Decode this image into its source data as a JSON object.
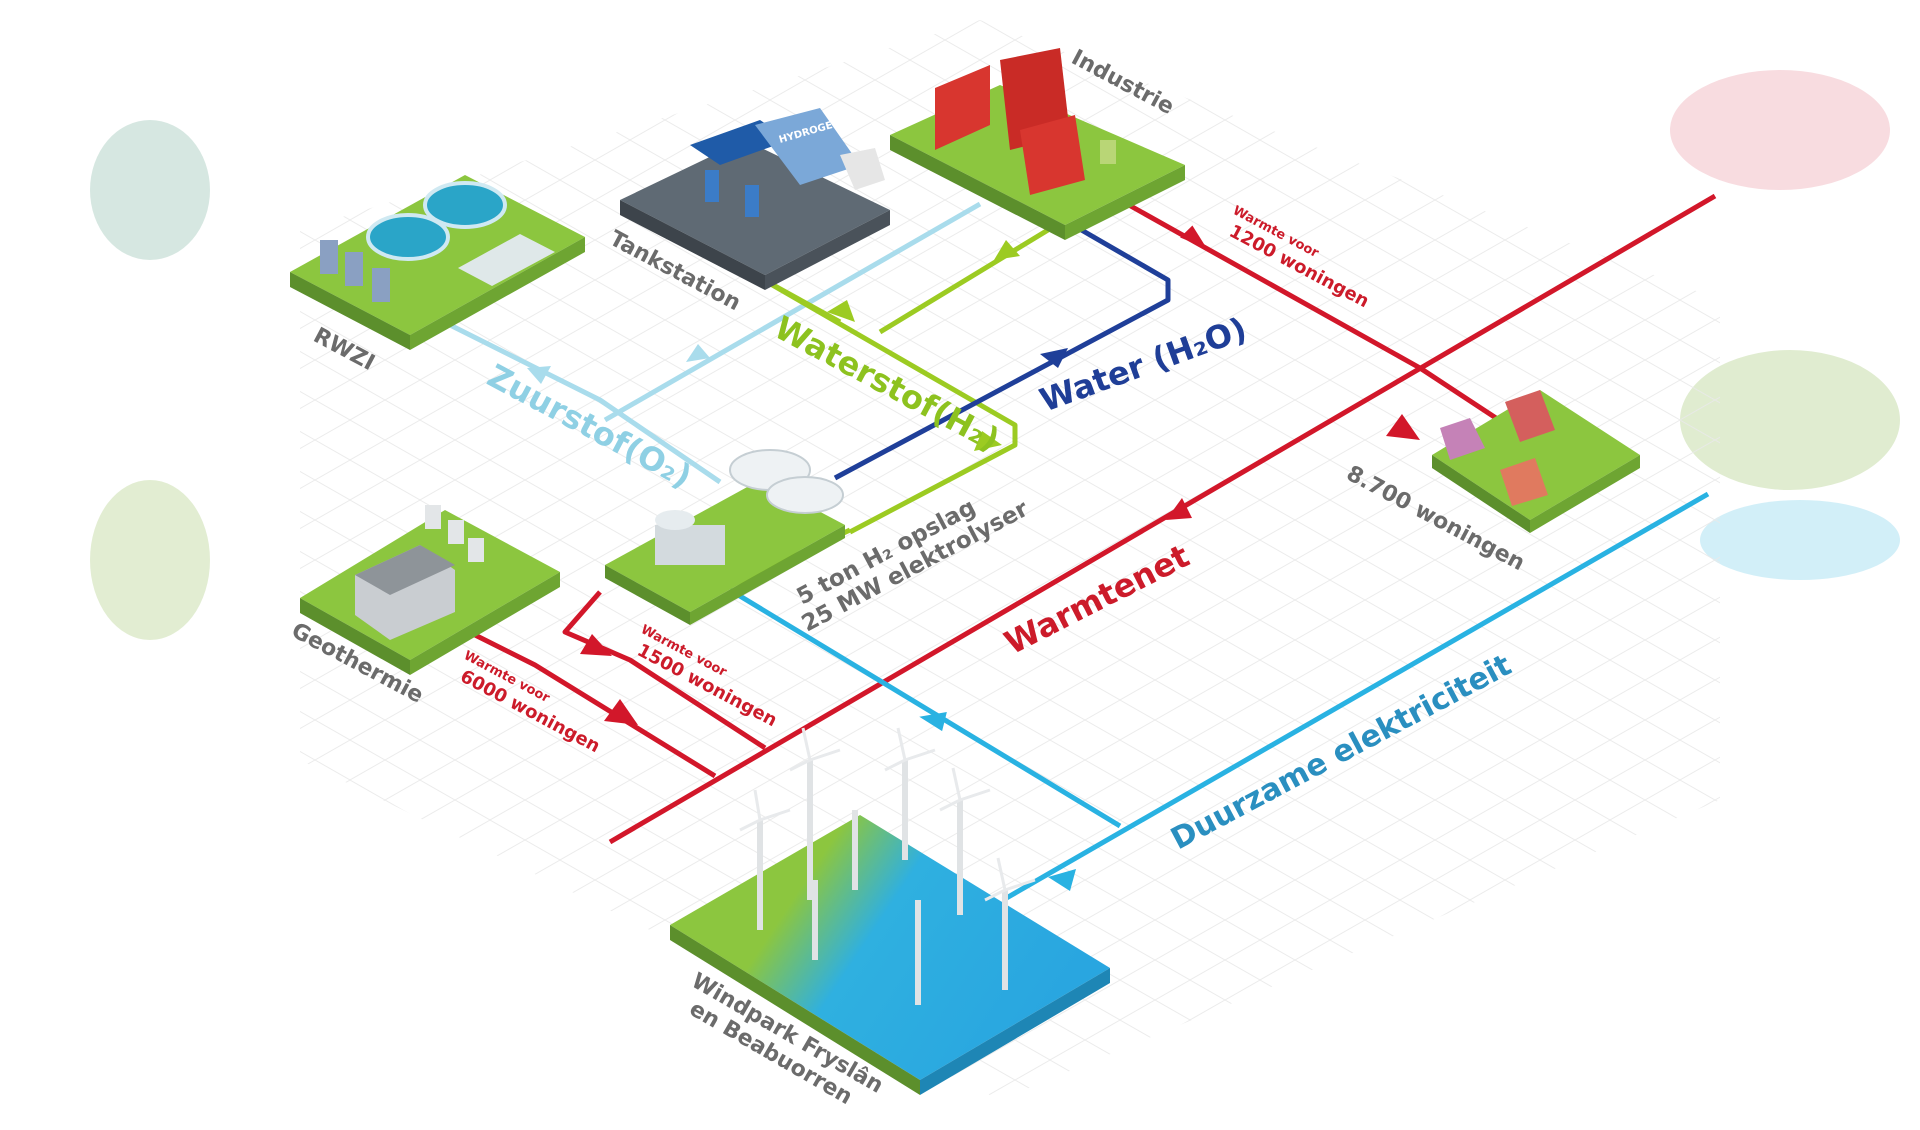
{
  "colors": {
    "heat": "#d2172a",
    "oxygen": "#a9dcec",
    "hydrogen": "#9ccb22",
    "water": "#1f3f99",
    "electricity": "#29b2e2",
    "ground": "#8cc63f",
    "sea": "#29aae1"
  },
  "nodes": {
    "rwzi": "RWZI",
    "tankstation": "Tankstation",
    "industrie": "Industrie",
    "geothermie": "Geothermie",
    "woningen": "8.700 woningen",
    "windpark_line1": "Windpark Fryslân",
    "windpark_line2": "en Beabuorren",
    "electrolyser_line1": "5 ton H₂ opslag",
    "electrolyser_line2": "25 MW elektrolyser",
    "truck_text": "HYDROGEN"
  },
  "flows": {
    "zuurstof": "Zuurstof(O₂)",
    "waterstof": "Waterstof(H₂)",
    "water": "Water (H₂O)",
    "warmtenet": "Warmtenet",
    "duurzame": "Duurzame elektriciteit"
  },
  "heat_labels": {
    "heat_1200_l1": "Warmte voor",
    "heat_1200_l2": "1200 woningen",
    "heat_1500_l1": "Warmte voor",
    "heat_1500_l2": "1500 woningen",
    "heat_6000_l1": "Warmte voor",
    "heat_6000_l2": "6000 woningen"
  }
}
